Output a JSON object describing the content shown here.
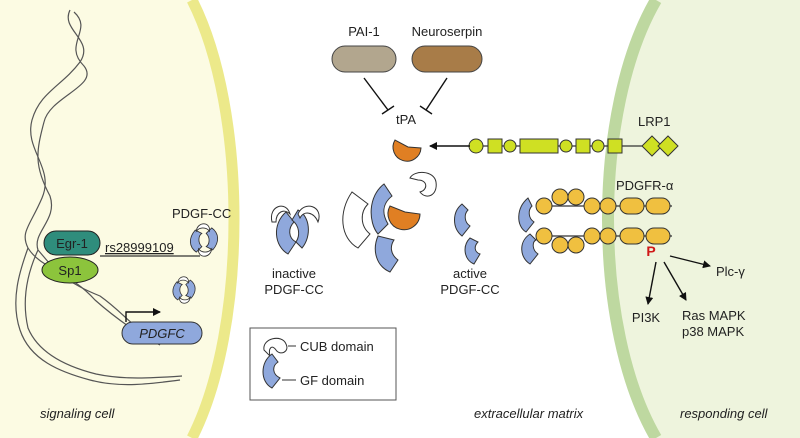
{
  "colors": {
    "cell_fill": "#fcfbe3",
    "signaling_membrane": "#ece98a",
    "responding_membrane": "#bed8a0",
    "responding_fill": "#eef4dd",
    "gf_domain": "#8fa8dc",
    "cub_domain": "#ffffff",
    "tpa": "#e07f23",
    "pai1": "#b2a68e",
    "neuroserpin": "#a87c48",
    "lrp1": "#cfe023",
    "pdgfr": "#f0c040",
    "egr1": "#2f8d7c",
    "sp1": "#8cc43c",
    "phospho": "#d01818"
  },
  "regions": {
    "signaling_cell": "signaling cell",
    "extracellular_matrix": "extracellular matrix",
    "responding_cell": "responding cell"
  },
  "labels": {
    "pai1": "PAI-1",
    "neuroserpin": "Neuroserpin",
    "tpa": "tPA",
    "lrp1": "LRP1",
    "pdgf_cc": "PDGF-CC",
    "egr1": "Egr-1",
    "sp1": "Sp1",
    "snp": "rs28999109",
    "gene": "PDGFC",
    "inactive_line1": "inactive",
    "inactive_line2": "PDGF-CC",
    "active_line1": "active",
    "active_line2": "PDGF-CC",
    "pdgfr_alpha": "PDGFR-α",
    "phospho": "P",
    "plc": "Plc-γ",
    "pi3k": "PI3K",
    "ras_mapk": "Ras MAPK",
    "p38_mapk": "p38 MAPK"
  },
  "legend": {
    "cub": "CUB domain",
    "gf": "GF domain"
  }
}
